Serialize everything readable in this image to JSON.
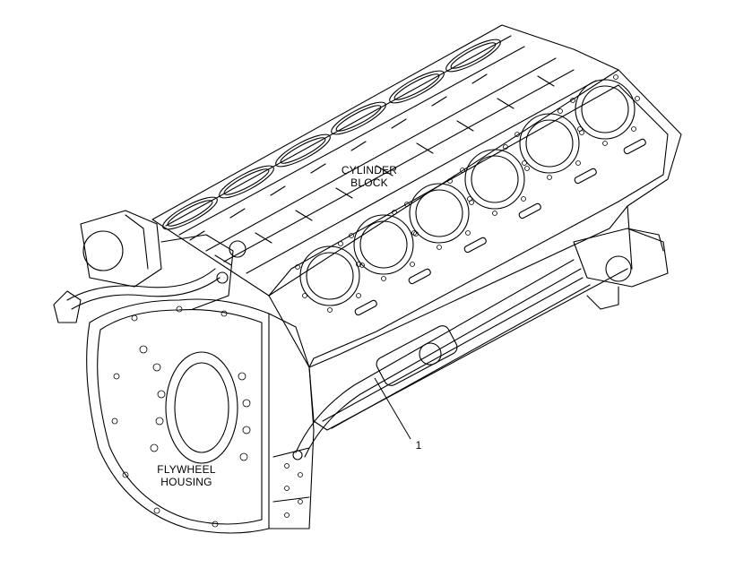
{
  "labels": {
    "cylinder_block": {
      "line1": "CYLINDER",
      "line2": "BLOCK"
    },
    "flywheel_housing": {
      "line1": "FLYWHEEL",
      "line2": "HOUSING"
    },
    "callout_1": "1"
  },
  "colors": {
    "line": "#000000",
    "background": "#ffffff"
  }
}
